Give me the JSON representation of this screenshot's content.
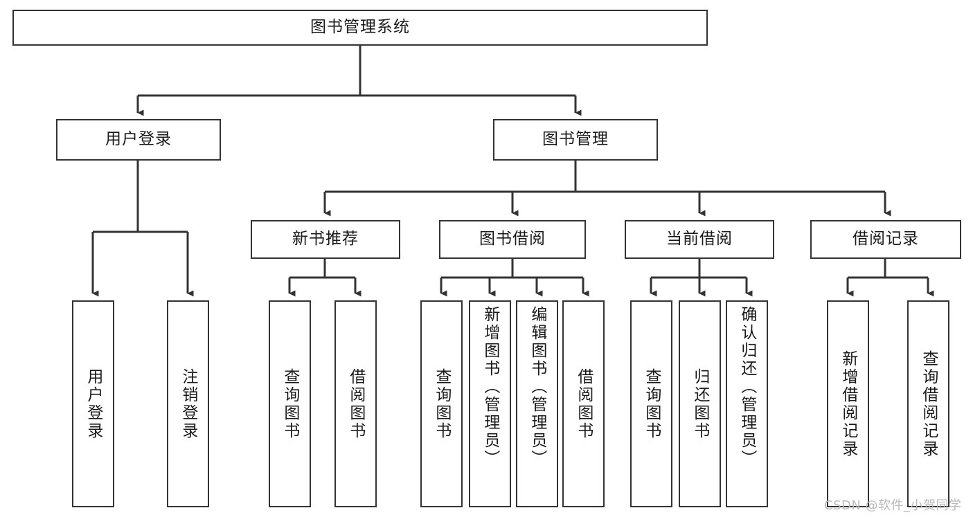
{
  "diagram": {
    "title": "图书管理系统",
    "type": "tree",
    "watermark": "CSDN @软件_小贺同学",
    "colors": {
      "background": "#ffffff",
      "box_border": "#333333",
      "box_fill": "#ffffff",
      "text": "#1a1a1a",
      "connector": "#333333",
      "watermark": "#b9b9b9"
    },
    "root": {
      "label": "图书管理系统"
    },
    "level2": [
      {
        "label": "用户登录"
      },
      {
        "label": "图书管理"
      }
    ],
    "level3": [
      {
        "label": "新书推荐"
      },
      {
        "label": "图书借阅"
      },
      {
        "label": "当前借阅"
      },
      {
        "label": "借阅记录"
      }
    ],
    "leaves": {
      "user_login": [
        {
          "label": "用户登录"
        },
        {
          "label": "注销登录"
        }
      ],
      "new_book_recommend": [
        {
          "label": "查询图书"
        },
        {
          "label": "借阅图书"
        }
      ],
      "book_borrow": [
        {
          "label": "查询图书"
        },
        {
          "label": "新增图书（管理员）"
        },
        {
          "label": "编辑图书（管理员）"
        },
        {
          "label": "借阅图书"
        }
      ],
      "current_borrow": [
        {
          "label": "查询图书"
        },
        {
          "label": "归还图书"
        },
        {
          "label": "确认归还（管理员）"
        }
      ],
      "borrow_records": [
        {
          "label": "新增借阅记录"
        },
        {
          "label": "查询借阅记录"
        }
      ]
    }
  }
}
